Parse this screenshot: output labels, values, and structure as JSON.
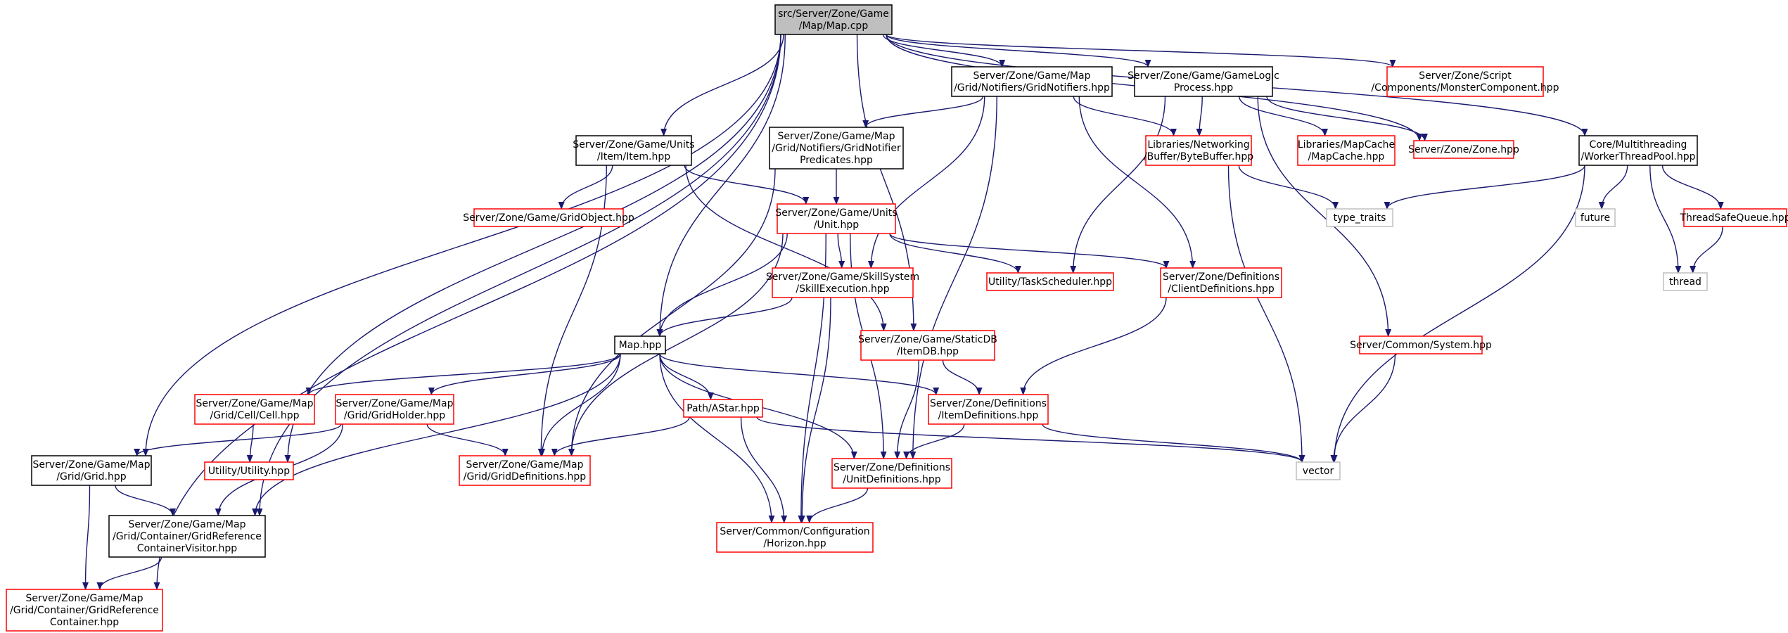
{
  "colors": {
    "root_fill": "#bfbfbf",
    "black_border": "#000000",
    "red_border": "#ff0000",
    "grey_border": "#bfbfbf",
    "edge": "#191970",
    "text": "#000000"
  },
  "nodes": [
    {
      "id": "root",
      "kind": "root",
      "lines": [
        "src/Server/Zone/Game",
        "/Map/Map.cpp"
      ]
    },
    {
      "id": "gridnotifiers",
      "kind": "black",
      "lines": [
        "Server/Zone/Game/Map",
        "/Grid/Notifiers/GridNotifiers.hpp"
      ]
    },
    {
      "id": "gamelogic",
      "kind": "black",
      "lines": [
        "Server/Zone/Game/GameLogic",
        "Process.hpp"
      ]
    },
    {
      "id": "monstercomp",
      "kind": "red",
      "lines": [
        "Server/Zone/Script",
        "/Components/MonsterComponent.hpp"
      ]
    },
    {
      "id": "itemhpp",
      "kind": "black",
      "lines": [
        "Server/Zone/Game/Units",
        "/Item/Item.hpp"
      ]
    },
    {
      "id": "gridnotpred",
      "kind": "black",
      "lines": [
        "Server/Zone/Game/Map",
        "/Grid/Notifiers/GridNotifier",
        "Predicates.hpp"
      ]
    },
    {
      "id": "bytebuffer",
      "kind": "red",
      "lines": [
        "Libraries/Networking",
        "/Buffer/ByteBuffer.hpp"
      ]
    },
    {
      "id": "mapcache",
      "kind": "red",
      "lines": [
        "Libraries/MapCache",
        "/MapCache.hpp"
      ]
    },
    {
      "id": "zonehpp",
      "kind": "red",
      "lines": [
        "Server/Zone/Zone.hpp"
      ]
    },
    {
      "id": "workerpool",
      "kind": "black",
      "lines": [
        "Core/Multithreading",
        "/WorkerThreadPool.hpp"
      ]
    },
    {
      "id": "gridobject",
      "kind": "red",
      "lines": [
        "Server/Zone/Game/GridObject.hpp"
      ]
    },
    {
      "id": "unithpp",
      "kind": "red",
      "lines": [
        "Server/Zone/Game/Units",
        "/Unit.hpp"
      ]
    },
    {
      "id": "typetraits",
      "kind": "grey",
      "lines": [
        "type_traits"
      ]
    },
    {
      "id": "future",
      "kind": "grey",
      "lines": [
        "future"
      ]
    },
    {
      "id": "tsqueue",
      "kind": "red",
      "lines": [
        "ThreadSafeQueue.hpp"
      ]
    },
    {
      "id": "skillexec",
      "kind": "red",
      "lines": [
        "Server/Zone/Game/SkillSystem",
        "/SkillExecution.hpp"
      ]
    },
    {
      "id": "taskscheduler",
      "kind": "red",
      "lines": [
        "Utility/TaskScheduler.hpp"
      ]
    },
    {
      "id": "clientdefs",
      "kind": "red",
      "lines": [
        "Server/Zone/Definitions",
        "/ClientDefinitions.hpp"
      ]
    },
    {
      "id": "thread",
      "kind": "grey",
      "lines": [
        "thread"
      ]
    },
    {
      "id": "maphpp",
      "kind": "black",
      "lines": [
        "Map.hpp"
      ]
    },
    {
      "id": "itemdb",
      "kind": "red",
      "lines": [
        "Server/Zone/Game/StaticDB",
        "/ItemDB.hpp"
      ]
    },
    {
      "id": "systemhpp",
      "kind": "red",
      "lines": [
        "Server/Common/System.hpp"
      ]
    },
    {
      "id": "cellhpp",
      "kind": "red",
      "lines": [
        "Server/Zone/Game/Map",
        "/Grid/Cell/Cell.hpp"
      ]
    },
    {
      "id": "gridholder",
      "kind": "red",
      "lines": [
        "Server/Zone/Game/Map",
        "/Grid/GridHolder.hpp"
      ]
    },
    {
      "id": "astar",
      "kind": "red",
      "lines": [
        "Path/AStar.hpp"
      ]
    },
    {
      "id": "itemdefs",
      "kind": "red",
      "lines": [
        "Server/Zone/Definitions",
        "/ItemDefinitions.hpp"
      ]
    },
    {
      "id": "gridhpp",
      "kind": "black",
      "lines": [
        "Server/Zone/Game/Map",
        "/Grid/Grid.hpp"
      ]
    },
    {
      "id": "utilityhpp",
      "kind": "red",
      "lines": [
        "Utility/Utility.hpp"
      ]
    },
    {
      "id": "griddefs",
      "kind": "red",
      "lines": [
        "Server/Zone/Game/Map",
        "/Grid/GridDefinitions.hpp"
      ]
    },
    {
      "id": "unitdefs",
      "kind": "red",
      "lines": [
        "Server/Zone/Definitions",
        "/UnitDefinitions.hpp"
      ]
    },
    {
      "id": "vector",
      "kind": "grey",
      "lines": [
        "vector"
      ]
    },
    {
      "id": "gridrefvisitor",
      "kind": "black",
      "lines": [
        "Server/Zone/Game/Map",
        "/Grid/Container/GridReference",
        "ContainerVisitor.hpp"
      ]
    },
    {
      "id": "horizon",
      "kind": "red",
      "lines": [
        "Server/Common/Configuration",
        "/Horizon.hpp"
      ]
    },
    {
      "id": "gridrefcontainer",
      "kind": "red",
      "lines": [
        "Server/Zone/Game/Map",
        "/Grid/Container/GridReference",
        "Container.hpp"
      ]
    }
  ],
  "edges": [
    [
      "root",
      "gridnotifiers"
    ],
    [
      "root",
      "gamelogic"
    ],
    [
      "root",
      "monstercomp"
    ],
    [
      "root",
      "itemhpp"
    ],
    [
      "root",
      "zonehpp"
    ],
    [
      "root",
      "workerpool"
    ],
    [
      "root",
      "maphpp"
    ],
    [
      "root",
      "itemdb"
    ],
    [
      "root",
      "gridhpp"
    ],
    [
      "root",
      "utilityhpp"
    ],
    [
      "root",
      "gridrefvisitor"
    ],
    [
      "root",
      "gridrefcontainer"
    ],
    [
      "gridnotifiers",
      "gridnotpred"
    ],
    [
      "gridnotifiers",
      "bytebuffer"
    ],
    [
      "gridnotifiers",
      "skillexec"
    ],
    [
      "gridnotifiers",
      "clientdefs"
    ],
    [
      "gridnotifiers",
      "unitdefs"
    ],
    [
      "gamelogic",
      "bytebuffer"
    ],
    [
      "gamelogic",
      "mapcache"
    ],
    [
      "gamelogic",
      "zonehpp"
    ],
    [
      "gamelogic",
      "taskscheduler"
    ],
    [
      "gamelogic",
      "systemhpp"
    ],
    [
      "itemhpp",
      "gridobject"
    ],
    [
      "itemhpp",
      "unithpp"
    ],
    [
      "itemhpp",
      "itemdb"
    ],
    [
      "itemhpp",
      "griddefs"
    ],
    [
      "gridnotpred",
      "unithpp"
    ],
    [
      "gridnotpred",
      "griddefs"
    ],
    [
      "bytebuffer",
      "typetraits"
    ],
    [
      "bytebuffer",
      "vector"
    ],
    [
      "workerpool",
      "typetraits"
    ],
    [
      "workerpool",
      "future"
    ],
    [
      "workerpool",
      "tsqueue"
    ],
    [
      "workerpool",
      "thread"
    ],
    [
      "workerpool",
      "vector"
    ],
    [
      "tsqueue",
      "thread"
    ],
    [
      "unithpp",
      "skillexec"
    ],
    [
      "unithpp",
      "taskscheduler"
    ],
    [
      "unithpp",
      "clientdefs"
    ],
    [
      "unithpp",
      "maphpp"
    ],
    [
      "unithpp",
      "griddefs"
    ],
    [
      "unithpp",
      "unitdefs"
    ],
    [
      "unithpp",
      "horizon"
    ],
    [
      "skillexec",
      "maphpp"
    ],
    [
      "skillexec",
      "horizon"
    ],
    [
      "clientdefs",
      "itemdefs"
    ],
    [
      "maphpp",
      "cellhpp"
    ],
    [
      "maphpp",
      "gridholder"
    ],
    [
      "maphpp",
      "astar"
    ],
    [
      "maphpp",
      "itemdefs"
    ],
    [
      "maphpp",
      "griddefs"
    ],
    [
      "maphpp",
      "unitdefs"
    ],
    [
      "maphpp",
      "gridrefvisitor"
    ],
    [
      "maphpp",
      "horizon"
    ],
    [
      "itemdb",
      "itemdefs"
    ],
    [
      "itemdb",
      "unitdefs"
    ],
    [
      "systemhpp",
      "vector"
    ],
    [
      "cellhpp",
      "utilityhpp"
    ],
    [
      "gridholder",
      "gridhpp"
    ],
    [
      "gridholder",
      "griddefs"
    ],
    [
      "gridholder",
      "gridrefvisitor"
    ],
    [
      "astar",
      "griddefs"
    ],
    [
      "astar",
      "vector"
    ],
    [
      "astar",
      "horizon"
    ],
    [
      "itemdefs",
      "unitdefs"
    ],
    [
      "itemdefs",
      "vector"
    ],
    [
      "gridhpp",
      "gridrefvisitor"
    ],
    [
      "gridhpp",
      "gridrefcontainer"
    ],
    [
      "unitdefs",
      "horizon"
    ],
    [
      "gridrefvisitor",
      "gridrefcontainer"
    ]
  ]
}
